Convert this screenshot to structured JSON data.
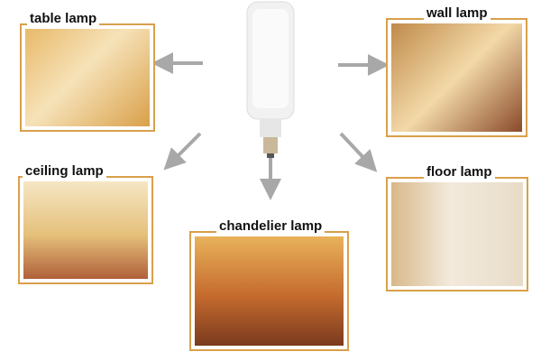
{
  "labels": {
    "table": "table lamp",
    "wall": "wall lamp",
    "ceiling": "ceiling lamp",
    "floor": "floor lamp",
    "chandelier": "chandelier lamp"
  },
  "colors": {
    "frame": "#d9a04a",
    "arrow": "#a8a8a8"
  }
}
